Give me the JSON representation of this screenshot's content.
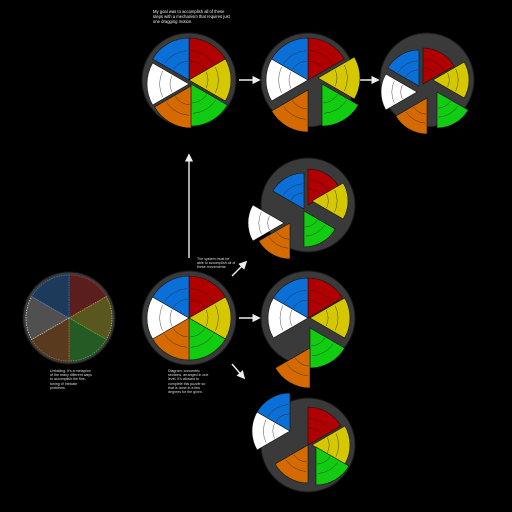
{
  "notes": {
    "top": "My goal was to accomplish all of these steps with a mechanism that requires just one dragging motion.",
    "middle": "The system must be able to accomplish all of these movements.",
    "left": "Unfolding: It's a metaphor of the many different ways to accomplish the fine-tuning of intricate problems.",
    "center": "Diagram: concentric sections, arranged in one level. It's allowed to complete this puzzle so that is done in a few degrees for the given."
  },
  "colors": {
    "red": "#b00000",
    "yellow": "#d6c800",
    "green": "#11cc11",
    "orange": "#d46a00",
    "white": "#ffffff",
    "blue": "#0a6fd6",
    "disc": "#3a3a3a",
    "arrow": "#eeeeee"
  },
  "icons": {
    "arrow": "arrow-icon",
    "wheel": "wheel-icon"
  }
}
